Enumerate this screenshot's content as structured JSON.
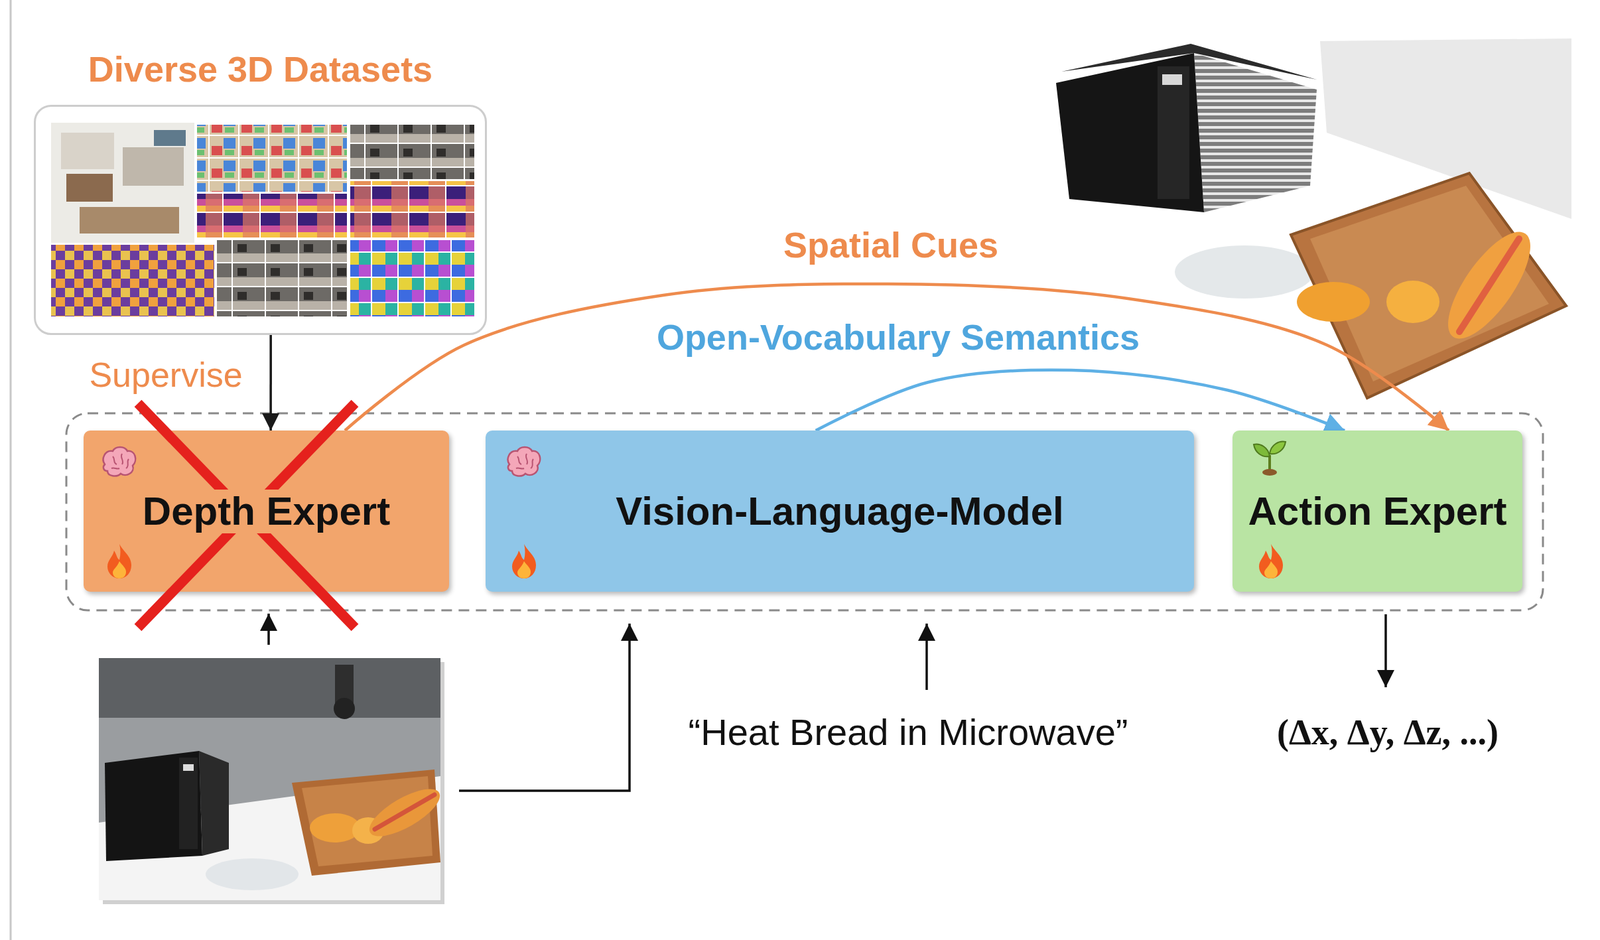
{
  "diagram": {
    "nodes": [
      {
        "text": [
          "Diverse 3D Datasets"
        ]
      },
      {
        "text": [
          "Depth Expert"
        ]
      },
      {
        "text": [
          "Vision-Language-Model"
        ]
      },
      {
        "text": [
          "Action Expert"
        ]
      }
    ],
    "edges": [
      {
        "from": 0,
        "to": 1,
        "arrow": "to",
        "label": "Supervise"
      },
      {
        "from": 1,
        "to": 3,
        "arrow": "to",
        "label": "Spatial Cues"
      },
      {
        "from": 2,
        "to": 3,
        "arrow": "to",
        "label": "Open-Vocabulary Semantics"
      }
    ],
    "labels": [
      "“Heat Bread in Microwave”",
      "(Δx, Δy, Δz, ...)"
    ]
  }
}
